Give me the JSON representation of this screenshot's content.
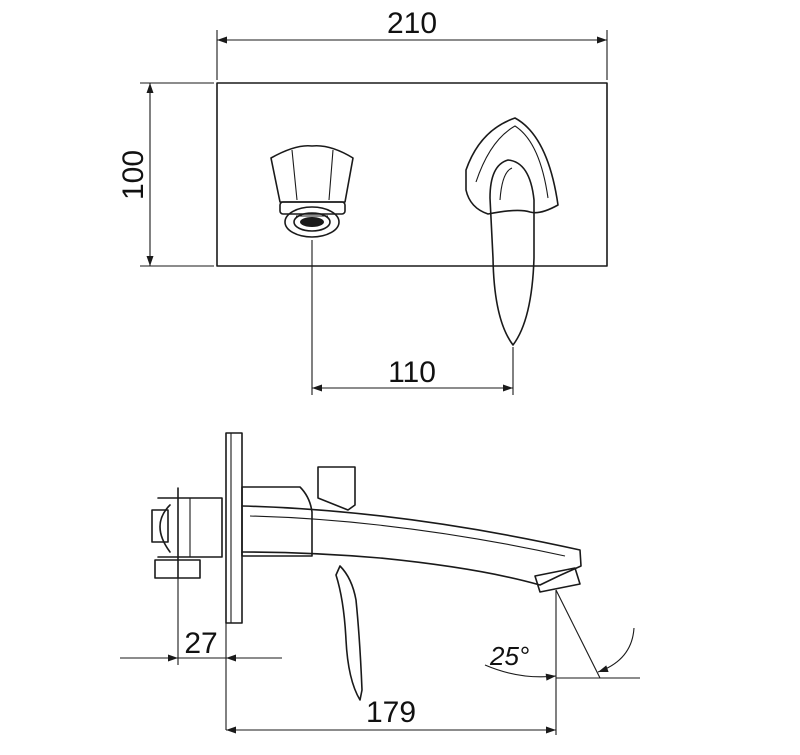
{
  "dimensions": {
    "plate_width": "210",
    "plate_height": "100",
    "spout_to_handle": "110",
    "wall_to_plate": "27",
    "spout_projection": "179",
    "spout_angle": "25°"
  }
}
